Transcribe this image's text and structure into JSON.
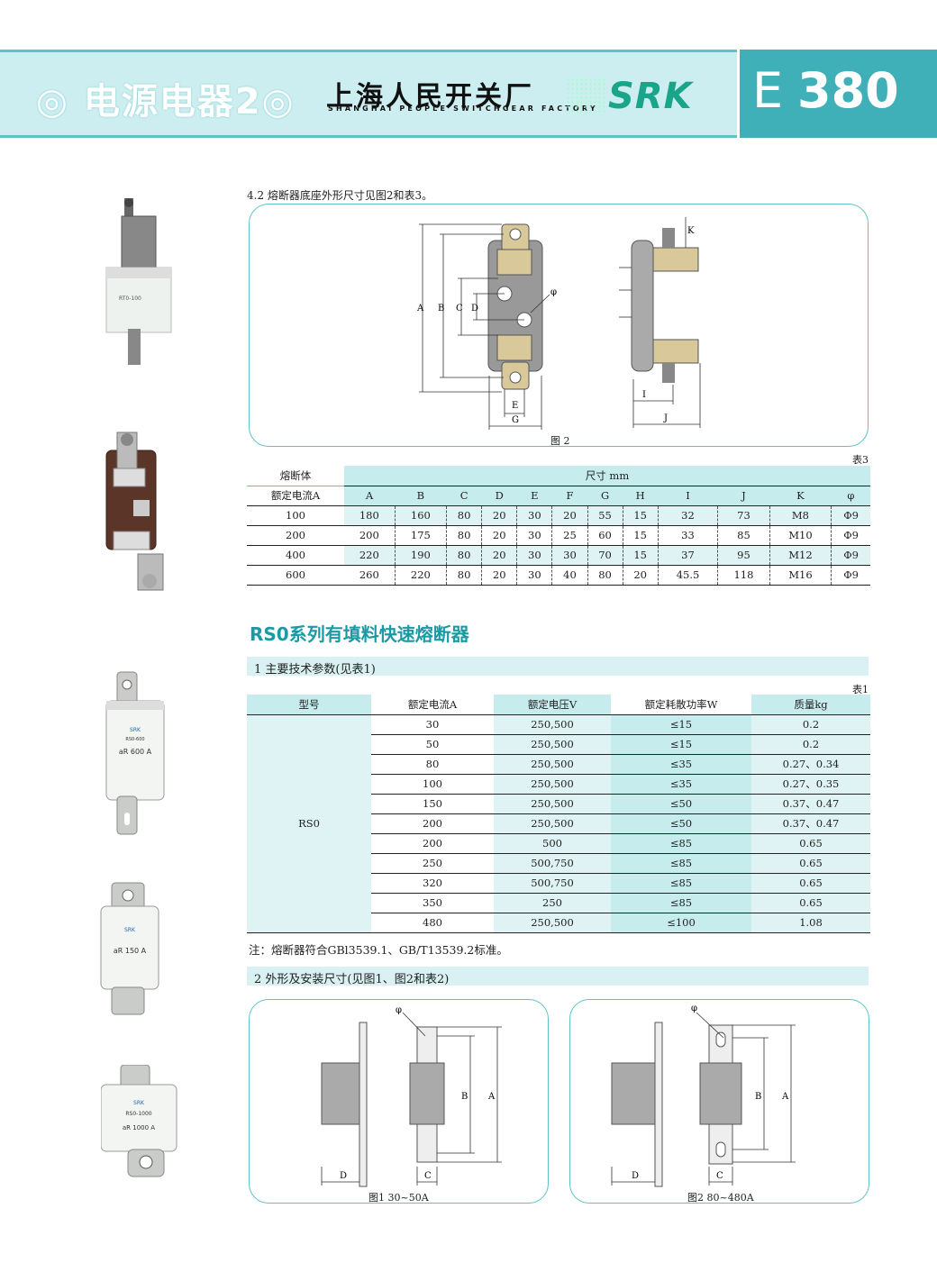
{
  "header": {
    "title": "◎ 电源电器2◎",
    "company_cn": "上海人民开关厂",
    "company_en": "SHANGHAI PEOPLE SWITCHGEAR FACTORY",
    "brand": "SRK",
    "page_letter": "E",
    "page_number": "380"
  },
  "section42": {
    "caption": "4.2 熔断器底座外形尺寸见图2和表3。",
    "figure_label": "图 2",
    "dims": {
      "A": "A",
      "B": "B",
      "C": "C",
      "D": "D",
      "E": "E",
      "F": "φ",
      "G": "G",
      "I": "I",
      "J": "J",
      "K": "K"
    }
  },
  "table3": {
    "label": "表3",
    "head1": "熔断体",
    "head2": "额定电流A",
    "size_header": "尺寸 mm",
    "columns": [
      "A",
      "B",
      "C",
      "D",
      "E",
      "F",
      "G",
      "H",
      "I",
      "J",
      "K",
      "φ"
    ],
    "rows": [
      [
        "100",
        "180",
        "160",
        "80",
        "20",
        "30",
        "20",
        "55",
        "15",
        "32",
        "73",
        "M8",
        "Φ9"
      ],
      [
        "200",
        "200",
        "175",
        "80",
        "20",
        "30",
        "25",
        "60",
        "15",
        "33",
        "85",
        "M10",
        "Φ9"
      ],
      [
        "400",
        "220",
        "190",
        "80",
        "20",
        "30",
        "30",
        "70",
        "15",
        "37",
        "95",
        "M12",
        "Φ9"
      ],
      [
        "600",
        "260",
        "220",
        "80",
        "20",
        "30",
        "40",
        "80",
        "20",
        "45.5",
        "118",
        "M16",
        "Φ9"
      ]
    ]
  },
  "rs0": {
    "title": "RS0系列有填料快速熔断器",
    "sub1": "1 主要技术参数(见表1)",
    "table_label": "表1",
    "columns": [
      "型号",
      "额定电流A",
      "额定电压V",
      "额定耗散功率W",
      "质量kg"
    ],
    "model": "RS0",
    "rows": [
      [
        "30",
        "250,500",
        "≤15",
        "0.2"
      ],
      [
        "50",
        "250,500",
        "≤15",
        "0.2"
      ],
      [
        "80",
        "250,500",
        "≤35",
        "0.27、0.34"
      ],
      [
        "100",
        "250,500",
        "≤35",
        "0.27、0.35"
      ],
      [
        "150",
        "250,500",
        "≤50",
        "0.37、0.47"
      ],
      [
        "200",
        "250,500",
        "≤50",
        "0.37、0.47"
      ],
      [
        "200",
        "500",
        "≤85",
        "0.65"
      ],
      [
        "250",
        "500,750",
        "≤85",
        "0.65"
      ],
      [
        "320",
        "500,750",
        "≤85",
        "0.65"
      ],
      [
        "350",
        "250",
        "≤85",
        "0.65"
      ],
      [
        "480",
        "250,500",
        "≤100",
        "1.08"
      ]
    ],
    "note": "注：熔断器符合GBl3539.1、GB/T13539.2标准。",
    "sub2": "2 外形及安装尺寸(见图1、图2和表2)",
    "fig1": "图1  30~50A",
    "fig2": "图2  80~480A",
    "dimlabels": {
      "phi": "φ",
      "A": "A",
      "B": "B",
      "C": "C",
      "D": "D"
    }
  },
  "photos": {
    "fuse1": "RT0-100",
    "fuse3_brand": "SRK",
    "fuse3_model": "RS0-600",
    "fuse3_rating": "aR 600 A",
    "fuse4_brand": "SRK",
    "fuse4_rating": "aR 150 A",
    "fuse5_brand": "SRK",
    "fuse5_model": "RS0-1000",
    "fuse5_rating": "aR 1000 A"
  }
}
